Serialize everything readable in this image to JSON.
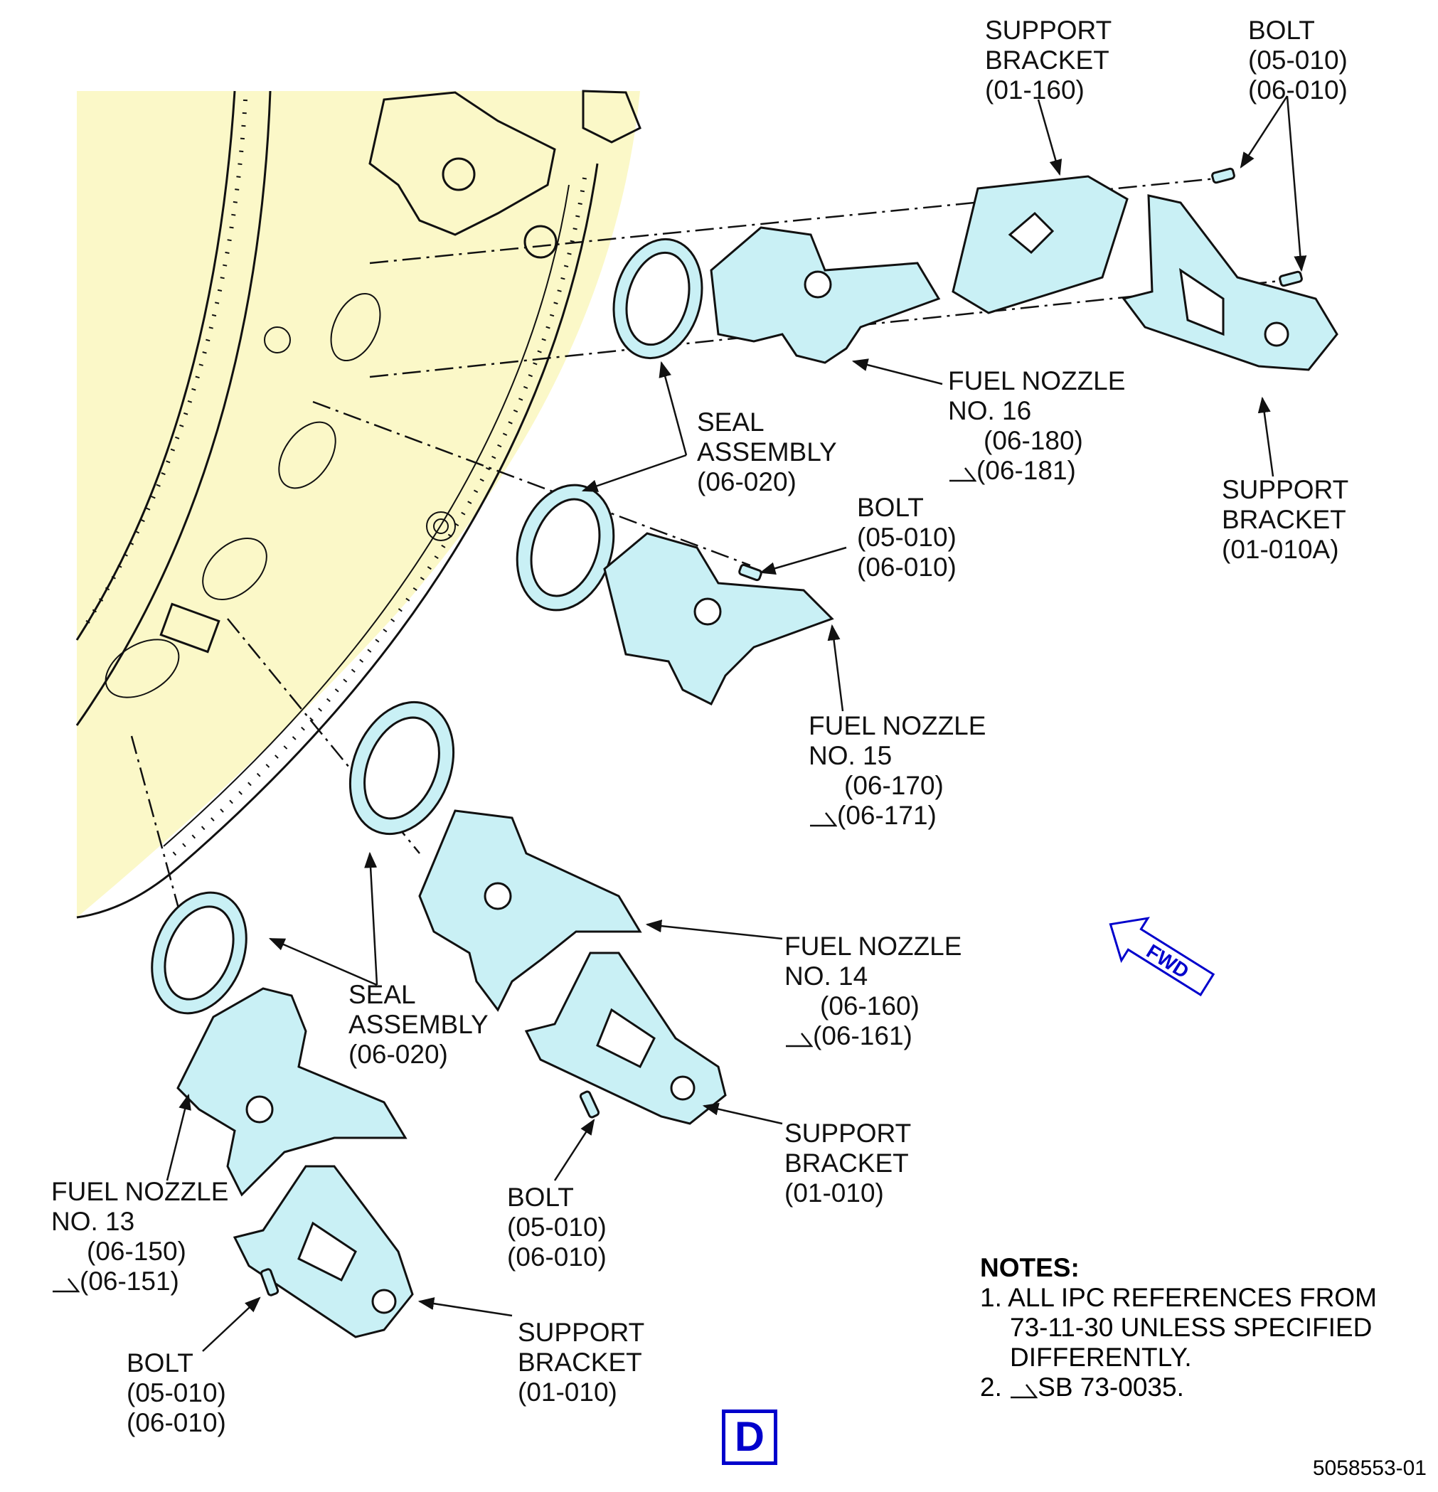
{
  "labels": {
    "support_bracket_top": [
      "SUPPORT",
      "BRACKET",
      "(01-160)"
    ],
    "bolt_top": [
      "BOLT",
      "(05-010)",
      "(06-010)"
    ],
    "fuel_nozzle_16": {
      "name": [
        "FUEL NOZZLE",
        "NO. 16"
      ],
      "ref1": "(06-180)",
      "ref2": "(06-181)"
    },
    "seal_assembly_upper": [
      "SEAL",
      "ASSEMBLY",
      "(06-020)"
    ],
    "support_bracket_right": [
      "SUPPORT",
      "BRACKET",
      "(01-010A)"
    ],
    "bolt_mid": [
      "BOLT",
      "(05-010)",
      "(06-010)"
    ],
    "fuel_nozzle_15": {
      "name": [
        "FUEL NOZZLE",
        "NO. 15"
      ],
      "ref1": "(06-170)",
      "ref2": "(06-171)"
    },
    "fuel_nozzle_14": {
      "name": [
        "FUEL NOZZLE",
        "NO. 14"
      ],
      "ref1": "(06-160)",
      "ref2": "(06-161)"
    },
    "seal_assembly_lower": [
      "SEAL",
      "ASSEMBLY",
      "(06-020)"
    ],
    "support_bracket_mid": [
      "SUPPORT",
      "BRACKET",
      "(01-010)"
    ],
    "fuel_nozzle_13": {
      "name": [
        "FUEL NOZZLE",
        "NO. 13"
      ],
      "ref1": "(06-150)",
      "ref2": "(06-151)"
    },
    "bolt_lower_mid": [
      "BOLT",
      "(05-010)",
      "(06-010)"
    ],
    "support_bracket_bottom": [
      "SUPPORT",
      "BRACKET",
      "(01-010)"
    ],
    "bolt_bottom": [
      "BOLT",
      "(05-010)",
      "(06-010)"
    ]
  },
  "notes": {
    "heading": "NOTES:",
    "items": [
      {
        "num": "1.",
        "lines": [
          "ALL IPC REFERENCES FROM",
          "73-11-30 UNLESS SPECIFIED",
          "DIFFERENTLY."
        ]
      },
      {
        "num": "2.",
        "text": "SB 73-0035."
      }
    ]
  },
  "fwd_arrow": "FWD",
  "view_label": "D",
  "figure_number": "5058553-01",
  "colors": {
    "case_fill": "#fbf8c8",
    "part_fill": "#c9f0f5",
    "line": "#111111",
    "accent": "#0000cc"
  }
}
